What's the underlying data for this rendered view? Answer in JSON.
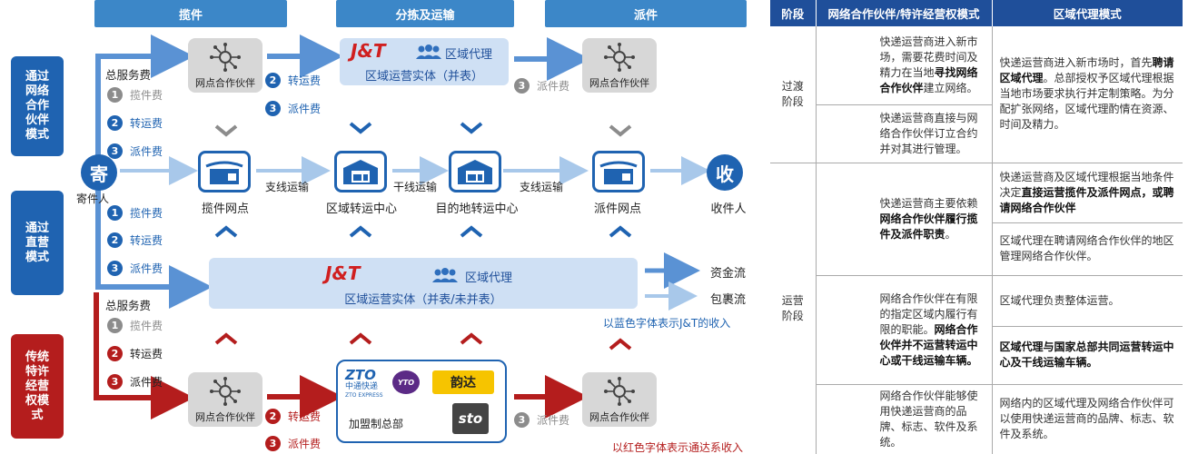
{
  "phases": {
    "pickup": "揽件",
    "sorting": "分拣及运输",
    "delivery": "派件"
  },
  "side_labels": {
    "partner": "通过网络合作伙伴模式",
    "direct": "通过直营模式",
    "franchise": "传统特许经营权模式"
  },
  "nodes": {
    "partner": "网点合作伙伴",
    "regional_agent": "区域代理",
    "regional_entity_top": "区域运营实体（并表）",
    "regional_entity_bottom": "区域运营实体（并表/未并表）",
    "pickup_outlet": "揽件网点",
    "regional_hub": "区域转运中心",
    "dest_hub": "目的地转运中心",
    "delivery_outlet": "派件网点",
    "sender_char": "寄",
    "sender": "寄件人",
    "receiver_char": "收",
    "receiver": "收件人",
    "franchise_hq": "加盟制总部"
  },
  "brands": {
    "jt": "J&T",
    "zto": "ZTO",
    "zto_cn": "中通快递",
    "zto_en": "ZTO EXPRESS",
    "yto": "YTO",
    "yunda": "韵达",
    "sto": "sto"
  },
  "links": {
    "branch1": "支线运输",
    "trunk": "干线运输",
    "branch2": "支线运输"
  },
  "fees": {
    "total": "总服务费",
    "pickup": "揽件费",
    "transport": "转运费",
    "delivery": "派件费",
    "n1": "1",
    "n2": "2",
    "n3": "3"
  },
  "legend": {
    "fund": "资金流",
    "parcel": "包裹流"
  },
  "notes": {
    "blue": "以蓝色字体表示J&T的收入",
    "red": "以红色字体表示通达系收入"
  },
  "table": {
    "headers": [
      "阶段",
      "网络合作伙伴/特许经营权模式",
      "区域代理模式"
    ],
    "stage1": "过渡阶段",
    "stage2": "运营阶段",
    "r1m_a": "快递运营商进入新市场，需要花费时间及精力在当地",
    "r1m_b": "寻找网络合作伙伴",
    "r1m_c": "建立网络。",
    "r2m": "快递运营商直接与网络合作伙伴订立合约并对其进行管理。",
    "r12r_a": "快递运营商进入新市场时，首先",
    "r12r_b": "聘请区域代理",
    "r12r_c": "。总部授权予区域代理根据当地市场要求执行并定制策略。为分配扩张网络，区域代理酌情在资源、时间及精力。",
    "r3m_a": "快递运营商主要依赖",
    "r3m_b": "网络合作伙伴履行揽件及派件职责",
    "r3m_c": "。",
    "r3r_a": "快递运营商及区域代理根据当地条件决定",
    "r3r_b": "直接运营揽件及派件网点，或聘请网络合作伙伴",
    "r4r": "区域代理在聘请网络合作伙伴的地区管理网络合作伙伴。",
    "r5m_a": "网络合作伙伴在有限的指定区域内履行有限的职能。",
    "r5m_b": "网络合作伙伴并不运营转运中心或干线运输车辆。",
    "r5r": "区域代理负责整体运营。",
    "r6r": "区域代理与国家总部共同运营转运中心及干线运输车辆。",
    "r7m": "网络合作伙伴能够使用快递运营商的品牌、标志、软件及系统。",
    "r7r": "网络内的区域代理及网络合作伙伴可以使用快递运营商的品牌、标志、软件及系统。"
  },
  "colors": {
    "blue": "#1f63b1",
    "light_blue": "#8fb8e3",
    "red": "#b41d1d",
    "gray": "#8c8c8c",
    "header": "#1f4f9a"
  }
}
